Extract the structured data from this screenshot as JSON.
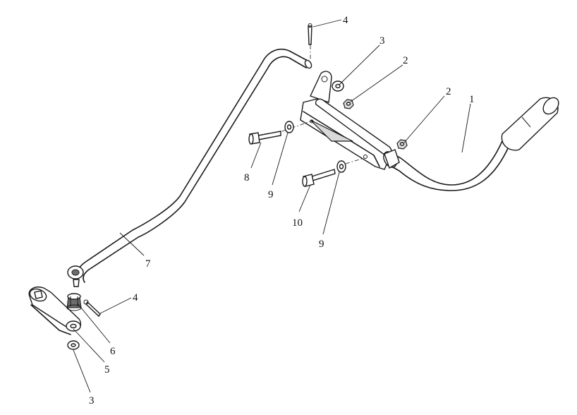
{
  "callouts": {
    "c1": "1",
    "c2a": "2",
    "c2b": "2",
    "c3a": "3",
    "c3b": "3",
    "c4a": "4",
    "c4b": "4",
    "c5": "5",
    "c6": "6",
    "c7": "7",
    "c8": "8",
    "c9a": "9",
    "c9b": "9",
    "c10": "10"
  }
}
